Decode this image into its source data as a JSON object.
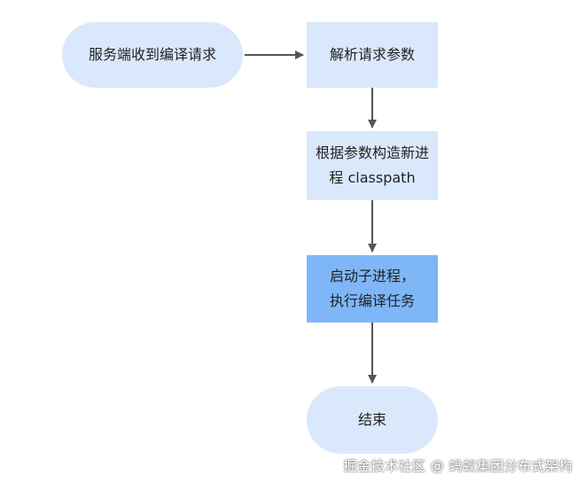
{
  "nodes": {
    "start": "服务端收到编译请求",
    "parse": "解析请求参数",
    "build_line1": "根据参数构造新进",
    "build_line2": "程 classpath",
    "launch_line1": "启动子进程，",
    "launch_line2": "执行编译任务",
    "end": "结束"
  },
  "colors": {
    "node_fill": "#dae8fc",
    "highlight_fill": "#7eb6f7",
    "edge": "#555555"
  },
  "watermark": "掘金技术社区 @ 蚂蚁集团分布式架构"
}
